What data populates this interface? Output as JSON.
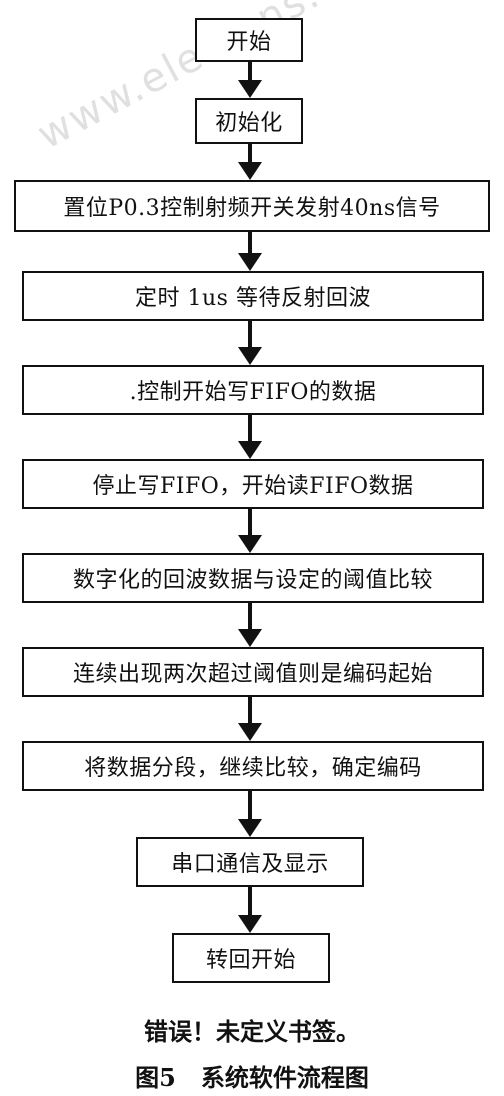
{
  "flowchart": {
    "steps": [
      "开始",
      "初始化",
      "置位P0.3控制射频开关发射40ns信号",
      "定时 1us 等待反射回波",
      ".控制开始写FIFO的数据",
      "停止写FIFO，开始读FIFO数据",
      "数字化的回波数据与设定的阈值比较",
      "连续出现两次超过阈值则是编码起始",
      "将数据分段，继续比较，确定编码",
      "串口通信及显示",
      "转回开始"
    ]
  },
  "watermark": "www.elecfans.com",
  "error_text": "错误！未定义书签。",
  "figure_caption": "图5   系统软件流程图"
}
